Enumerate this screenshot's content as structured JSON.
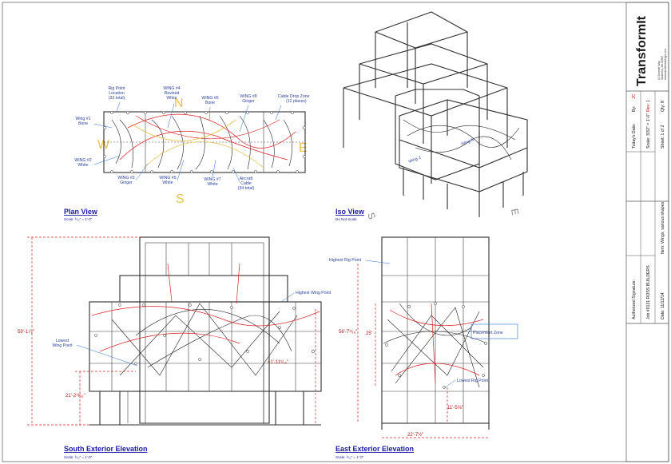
{
  "plan": {
    "title": "Plan View",
    "scale": "Scale: ³⁄₃₂\" = 1'-0\"",
    "compass": {
      "n": "N",
      "s": "S",
      "e": "E",
      "w": "W"
    },
    "labels": {
      "rig_point": "Rig Point Location (33 total)",
      "wing4": "WING #4 Revised White",
      "wing6": "WING #6 Bone",
      "wing8": "WING #8 Ginger",
      "cable_drop": "Cable Drop Zone (12 places)",
      "wing1": "Wing #1 Bone",
      "wing2": "WING #2 White",
      "wing3": "WING #3 Ginger",
      "wing5": "WING #5 White",
      "wing7": "WING #7 White",
      "aircraft": "Aircraft Cable (34 total)"
    }
  },
  "iso": {
    "title": "Iso View",
    "scale": "Do Not Scale",
    "labels": {
      "s": "S",
      "e": "E"
    }
  },
  "south": {
    "title": "South Exterior Elevation",
    "scale": "Scale: ³⁄₃₂\" = 1'-0\"",
    "labels": {
      "highest_wing": "Highest Wing Point",
      "lowest_wing": "Lowest Wing Point"
    },
    "dims": {
      "overall": "59'-1⁷⁄₈\"",
      "right": "41'-11⁹⁄₁₆\"",
      "low": "21'-2¹³⁄₁₆\""
    }
  },
  "east": {
    "title": "East Exterior Elevation",
    "scale": "Scale: ³⁄₃₂\" = 1'-0\"",
    "labels": {
      "highest_rig": "Highest Rig Point",
      "placement": "Placement Zone",
      "lowest_rig": "Lowest Rig Point"
    },
    "dims": {
      "overall": "56'-7⁹⁄₁₆\"",
      "zone": "25'",
      "low": "11'-5⅝\"",
      "width": "22'-7½\""
    }
  },
  "title_block": {
    "company": "TransformIt",
    "address": "12 Summer Way\nSandwich, MA 02563\nwww.transformitdesign.com",
    "authorized": "Authorized Signature:",
    "job": "Job #0131 ROSS BUILDERS",
    "date": "Date: 11/12/14",
    "item": "Item: Wings, various shapes",
    "qty": "Qty: 8",
    "todays_date": "Today's Date:",
    "scale": "Scale: 3/32\" = 1'-0\"",
    "sheet": "Sheet: 1 of 2",
    "by": "By:",
    "by_value": "JC",
    "rev": "Rev: 1"
  }
}
